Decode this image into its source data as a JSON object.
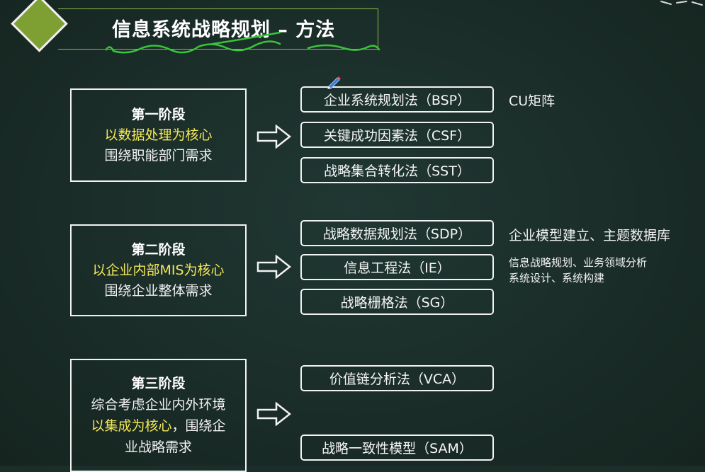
{
  "header": {
    "title": "信息系统战略规划 – 方法"
  },
  "stages": [
    {
      "title": "第一阶段",
      "lines": [
        {
          "text": "以数据处理为核心",
          "highlight": true
        },
        {
          "text": "围绕职能部门需求",
          "highlight": false
        }
      ]
    },
    {
      "title": "第二阶段",
      "lines": [
        {
          "text": "以企业内部MIS为核心",
          "highlight": true
        },
        {
          "text": "围绕企业整体需求",
          "highlight": false
        }
      ]
    },
    {
      "title": "第三阶段",
      "line1": "综合考虑企业内外环境",
      "line2_highlight": "以集成为核心",
      "line2_rest": "，围绕企",
      "line3": "业战略需求"
    }
  ],
  "methods": [
    "企业系统规划法（BSP）",
    "关键成功因素法（CSF）",
    "战略集合转化法（SST）",
    "战略数据规划法（SDP）",
    "信息工程法（IE）",
    "战略栅格法（SG）",
    "价值链分析法（VCA）",
    "战略一致性模型（SAM）"
  ],
  "notes": {
    "bsp": "CU矩阵",
    "sdp": "企业模型建立、主题数据库",
    "ie_line1": "信息战略规划、业务领域分析",
    "ie_line2": "系统设计、系统构建"
  },
  "colors": {
    "background": "#1b2e2a",
    "highlight": "#f3e85a",
    "accent_green": "#7ea033",
    "scribble": "#39c43a"
  },
  "icons": {
    "arrow": "hollow-right-arrow-icon",
    "pen": "pen-cursor-icon",
    "diamond": "diamond-bullet-icon"
  }
}
